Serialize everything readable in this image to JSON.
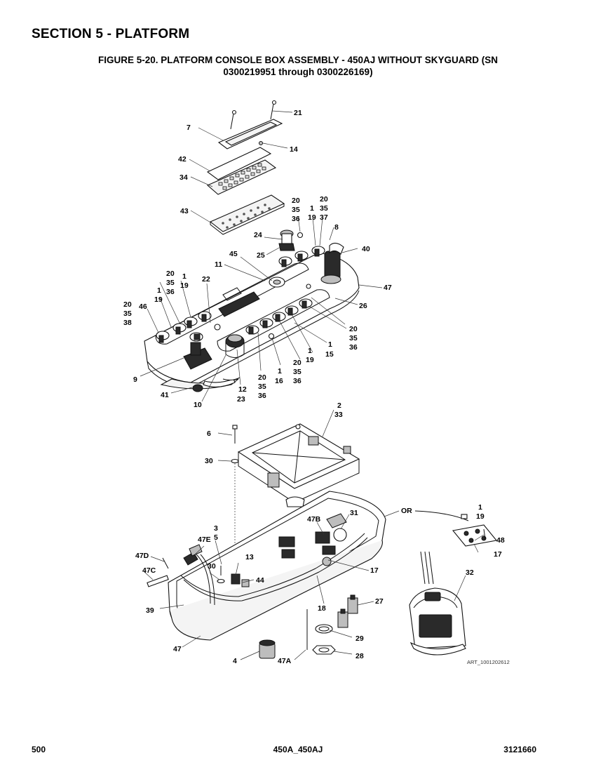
{
  "header": {
    "section": "SECTION 5 - PLATFORM",
    "figure_line1": "FIGURE 5-20. PLATFORM CONSOLE BOX ASSEMBLY - 450AJ WITHOUT SKYGUARD (SN",
    "figure_line2": "0300219951 through 0300226169)"
  },
  "footer": {
    "page_number": "500",
    "model": "450A_450AJ",
    "doc_number": "3121660"
  },
  "art_id": "ART_1001202612",
  "callouts": {
    "c21": "21",
    "c7": "7",
    "c14": "14",
    "c42": "42",
    "c34": "34",
    "c43": "43",
    "c24": "24",
    "c25": "25",
    "c45": "45",
    "c11": "11",
    "c40": "40",
    "c47a": "47",
    "c26": "26",
    "c8": "8",
    "c22": "22",
    "c46": "46",
    "c9": "9",
    "c41": "41",
    "c10": "10",
    "c12": "12",
    "c23": "23",
    "c15": "15",
    "c16": "16",
    "g_top1": [
      "20",
      "35",
      "36"
    ],
    "g_top2": [
      "1",
      "19"
    ],
    "g_top3": [
      "20",
      "35",
      "37"
    ],
    "g_left1": [
      "20",
      "35",
      "36"
    ],
    "g_left2": [
      "1",
      "19"
    ],
    "g_left3": [
      "1",
      "19"
    ],
    "g_left4": [
      "20",
      "35",
      "38"
    ],
    "g_right1": [
      "20",
      "35",
      "36"
    ],
    "g_right2": [
      "1",
      "15"
    ],
    "g_bot1": [
      "1",
      "19"
    ],
    "g_bot2": [
      "20",
      "35",
      "36"
    ],
    "g_bot3": [
      "20",
      "35",
      "36"
    ],
    "g_bot4": [
      "1",
      "16"
    ],
    "g_2_33": [
      "2",
      "33"
    ],
    "c6": "6",
    "c30a": "30",
    "c31": "31",
    "c47B": "47B",
    "c_or": "OR",
    "g_1_19": [
      "1",
      "19"
    ],
    "c48": "48",
    "c17a": "17",
    "g_3_5": [
      "3",
      "5"
    ],
    "c47E": "47E",
    "c13": "13",
    "c47D": "47D",
    "c47C": "47C",
    "c30b": "30",
    "c44": "44",
    "c17b": "17",
    "c32": "32",
    "c39": "39",
    "c18": "18",
    "c27": "27",
    "c47b": "47",
    "c29": "29",
    "c4": "4",
    "c47A": "47A",
    "c28": "28"
  }
}
